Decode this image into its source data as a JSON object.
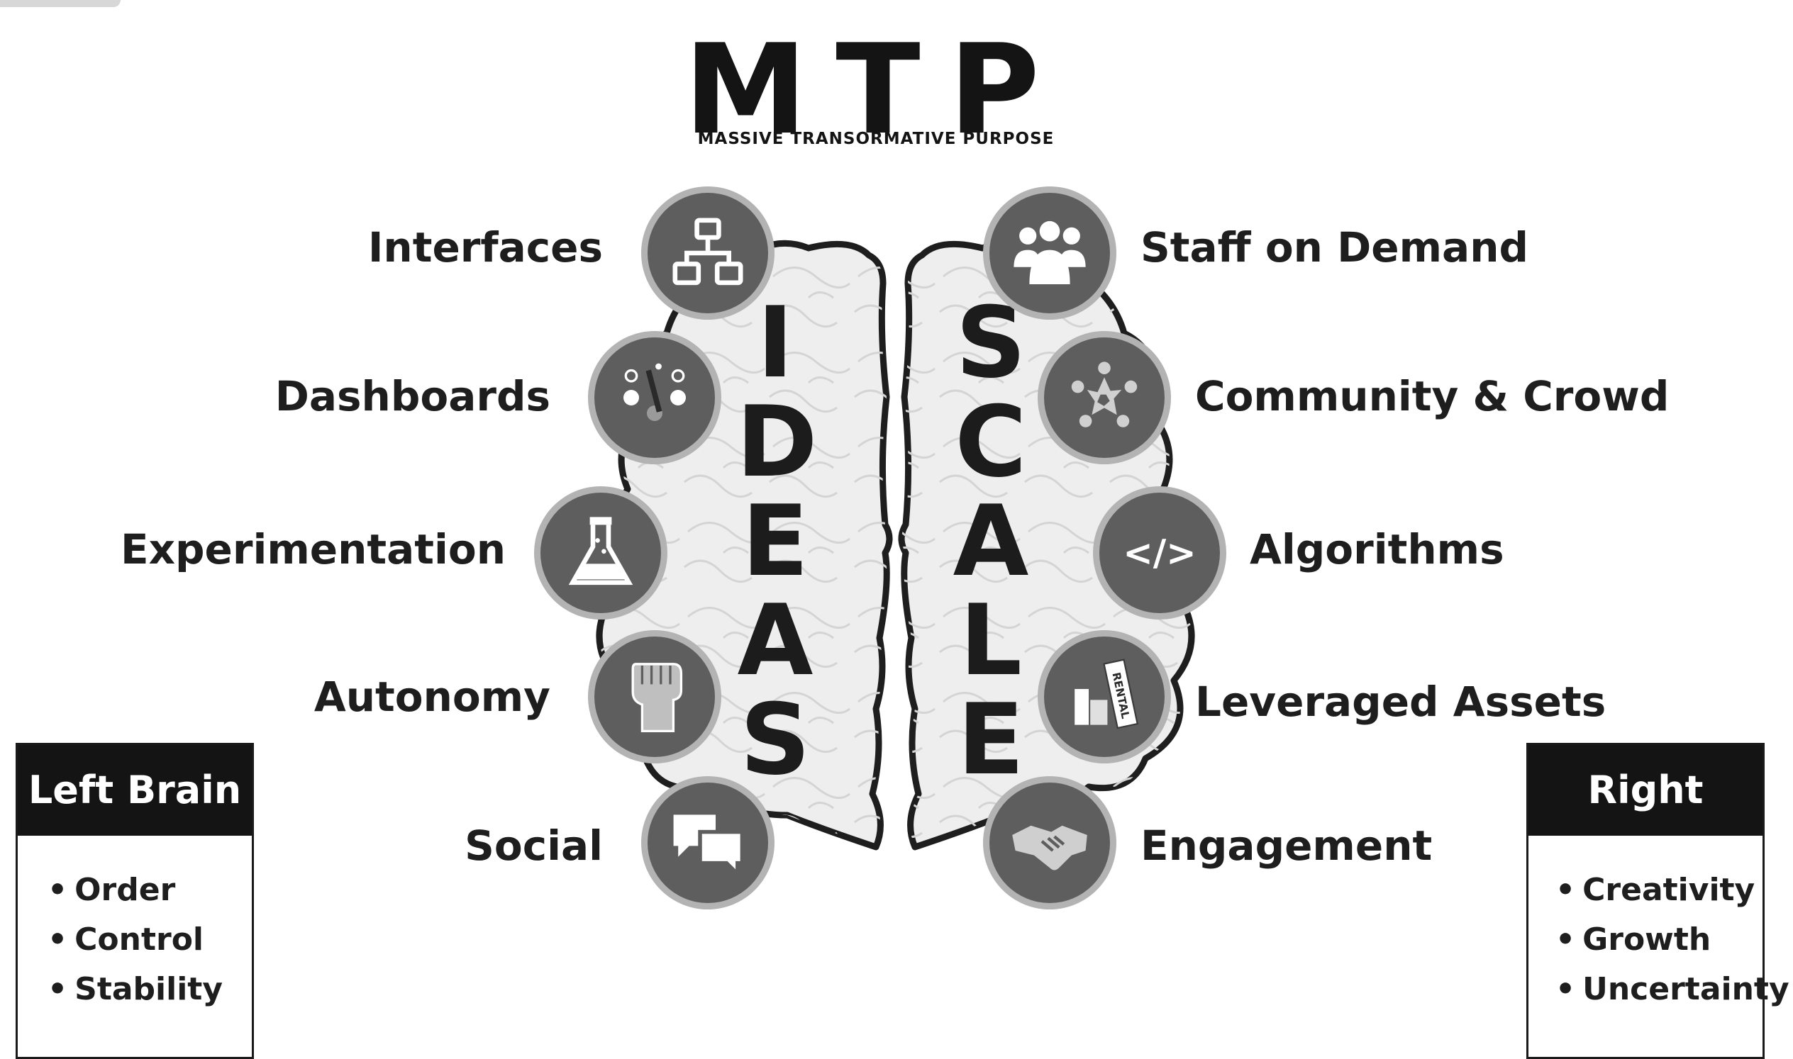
{
  "header": {
    "title": "MTP",
    "subtitle": "MASSIVE TRANSORMATIVE PURPOSE"
  },
  "left_hemisphere": {
    "word": [
      "I",
      "D",
      "E",
      "A",
      "S"
    ],
    "items": [
      {
        "label": "Interfaces",
        "icon": "flowchart-icon"
      },
      {
        "label": "Dashboards",
        "icon": "dashboard-gauge-icon"
      },
      {
        "label": "Experimentation",
        "icon": "flask-icon"
      },
      {
        "label": "Autonomy",
        "icon": "raised-fist-icon"
      },
      {
        "label": "Social",
        "icon": "speech-bubbles-icon"
      }
    ]
  },
  "right_hemisphere": {
    "word": [
      "S",
      "C",
      "A",
      "L",
      "E"
    ],
    "items": [
      {
        "label": "Staff on Demand",
        "icon": "people-group-icon"
      },
      {
        "label": "Community & Crowd",
        "icon": "community-circle-icon"
      },
      {
        "label": "Algorithms",
        "icon": "code-brackets-icon",
        "icon_text": "</>"
      },
      {
        "label": "Leveraged Assets",
        "icon": "rental-assets-icon",
        "icon_text": "RENTAL"
      },
      {
        "label": "Engagement",
        "icon": "handshake-icon"
      }
    ]
  },
  "left_box": {
    "title": "Left Brain",
    "items": [
      "Order",
      "Control",
      "Stability"
    ]
  },
  "right_box": {
    "title": "Right Brain",
    "items": [
      "Creativity",
      "Growth",
      "Uncertainty"
    ]
  },
  "colors": {
    "brain_fill": "#eeeeee",
    "brain_outline": "#1e1e1e",
    "icon_fill": "#5e5e5e",
    "icon_ring": "#b3b3b3",
    "box_header": "#141414"
  }
}
